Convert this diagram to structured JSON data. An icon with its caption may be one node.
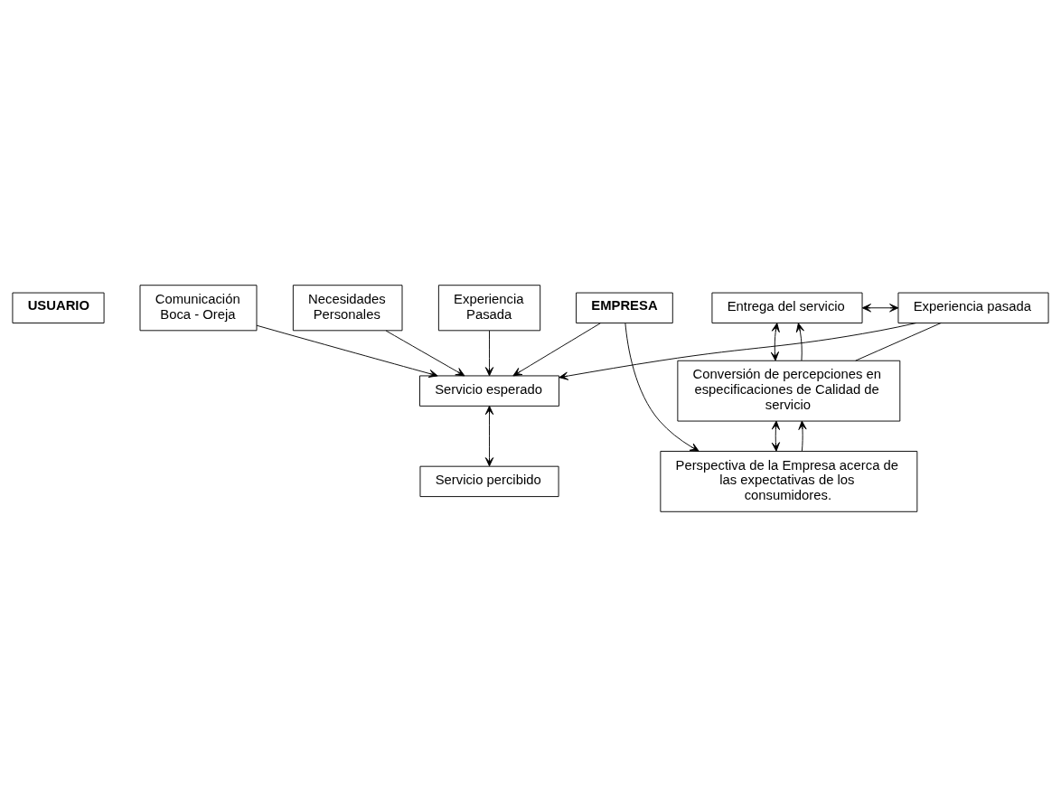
{
  "diagram": {
    "nodes": [
      {
        "text": [
          "USUARIO"
        ]
      },
      {
        "text": [
          "Comunicación Boca - Oreja"
        ]
      },
      {
        "text": [
          "Necesidades Personales"
        ]
      },
      {
        "text": [
          "Experiencia Pasada"
        ]
      },
      {
        "text": [
          "Servicio esperado"
        ]
      },
      {
        "text": [
          "Servicio percibido"
        ]
      },
      {
        "text": [
          "EMPRESA"
        ]
      },
      {
        "text": [
          "Entrega del servicio"
        ]
      },
      {
        "text": [
          "Experiencia pasada"
        ]
      },
      {
        "text": [
          "Conversión de percepciones en especificaciones de Calidad de servicio"
        ]
      },
      {
        "text": [
          "Perspectiva de la Empresa acerca de las expectativas de los consumidores."
        ]
      }
    ],
    "edges": [
      {
        "from": 1,
        "to": 4,
        "arrow": "to"
      },
      {
        "from": 2,
        "to": 4,
        "arrow": "to"
      },
      {
        "from": 3,
        "to": 4,
        "arrow": "to"
      },
      {
        "from": 6,
        "to": 4,
        "arrow": "to"
      },
      {
        "from": 4,
        "to": 5,
        "arrow": "both"
      },
      {
        "from": 8,
        "to": 4,
        "arrow": "to"
      },
      {
        "from": 7,
        "to": 8,
        "arrow": "both"
      },
      {
        "from": 7,
        "to": 9,
        "arrow": "both"
      },
      {
        "from": 9,
        "to": 7,
        "arrow": "to"
      },
      {
        "from": 9,
        "to": 8,
        "arrow": "none"
      },
      {
        "from": 9,
        "to": 10,
        "arrow": "both"
      },
      {
        "from": 10,
        "to": 9,
        "arrow": "to"
      },
      {
        "from": 6,
        "to": 10,
        "arrow": "to"
      }
    ]
  }
}
